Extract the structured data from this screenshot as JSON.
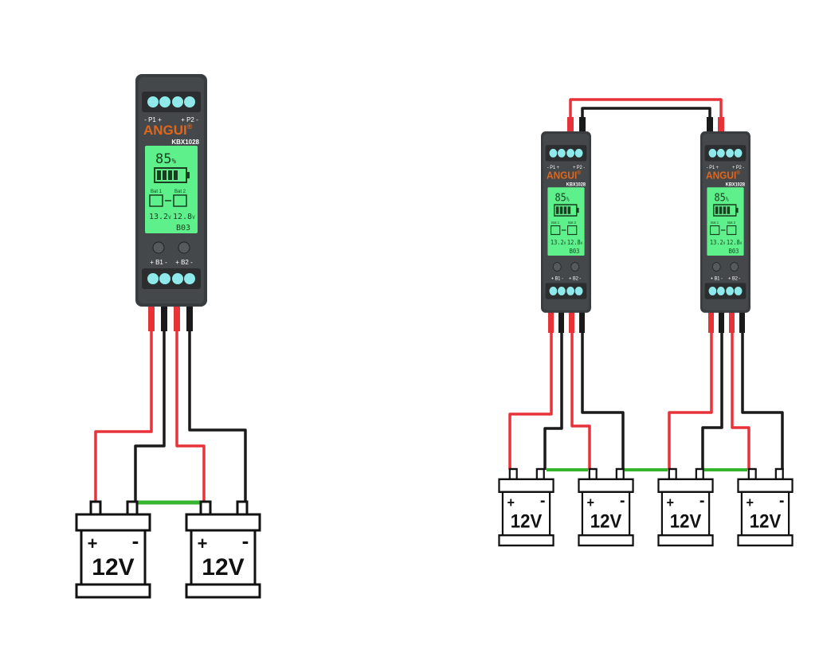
{
  "colors": {
    "positive_wire": "#e8323a",
    "negative_wire": "#1a1a1a",
    "jumper_wire": "#35b52e",
    "device_body": "#3a3d40",
    "device_panel": "#2b2d2f",
    "terminal": "#8fe9ea",
    "lcd": "#5ef08b",
    "brand": "#e0661c"
  },
  "device": {
    "brand": "ANGUI",
    "brand_mark": "®",
    "model": "KBX1028",
    "top_port_labels": [
      "- P1 +",
      "+ P2 -"
    ],
    "bottom_port_labels": [
      "+ B1 -",
      "+ B2 -"
    ],
    "lcd": {
      "percent": "85",
      "percent_unit": "%",
      "bat1_label": "Bat 1",
      "bat2_label": "Bat 2",
      "volt1": "13.2",
      "volt2": "12.8",
      "volt_unit": "V",
      "code": "B03"
    }
  },
  "battery": {
    "voltage_label": "12V",
    "plus_sign": "+",
    "minus_sign": "-"
  }
}
